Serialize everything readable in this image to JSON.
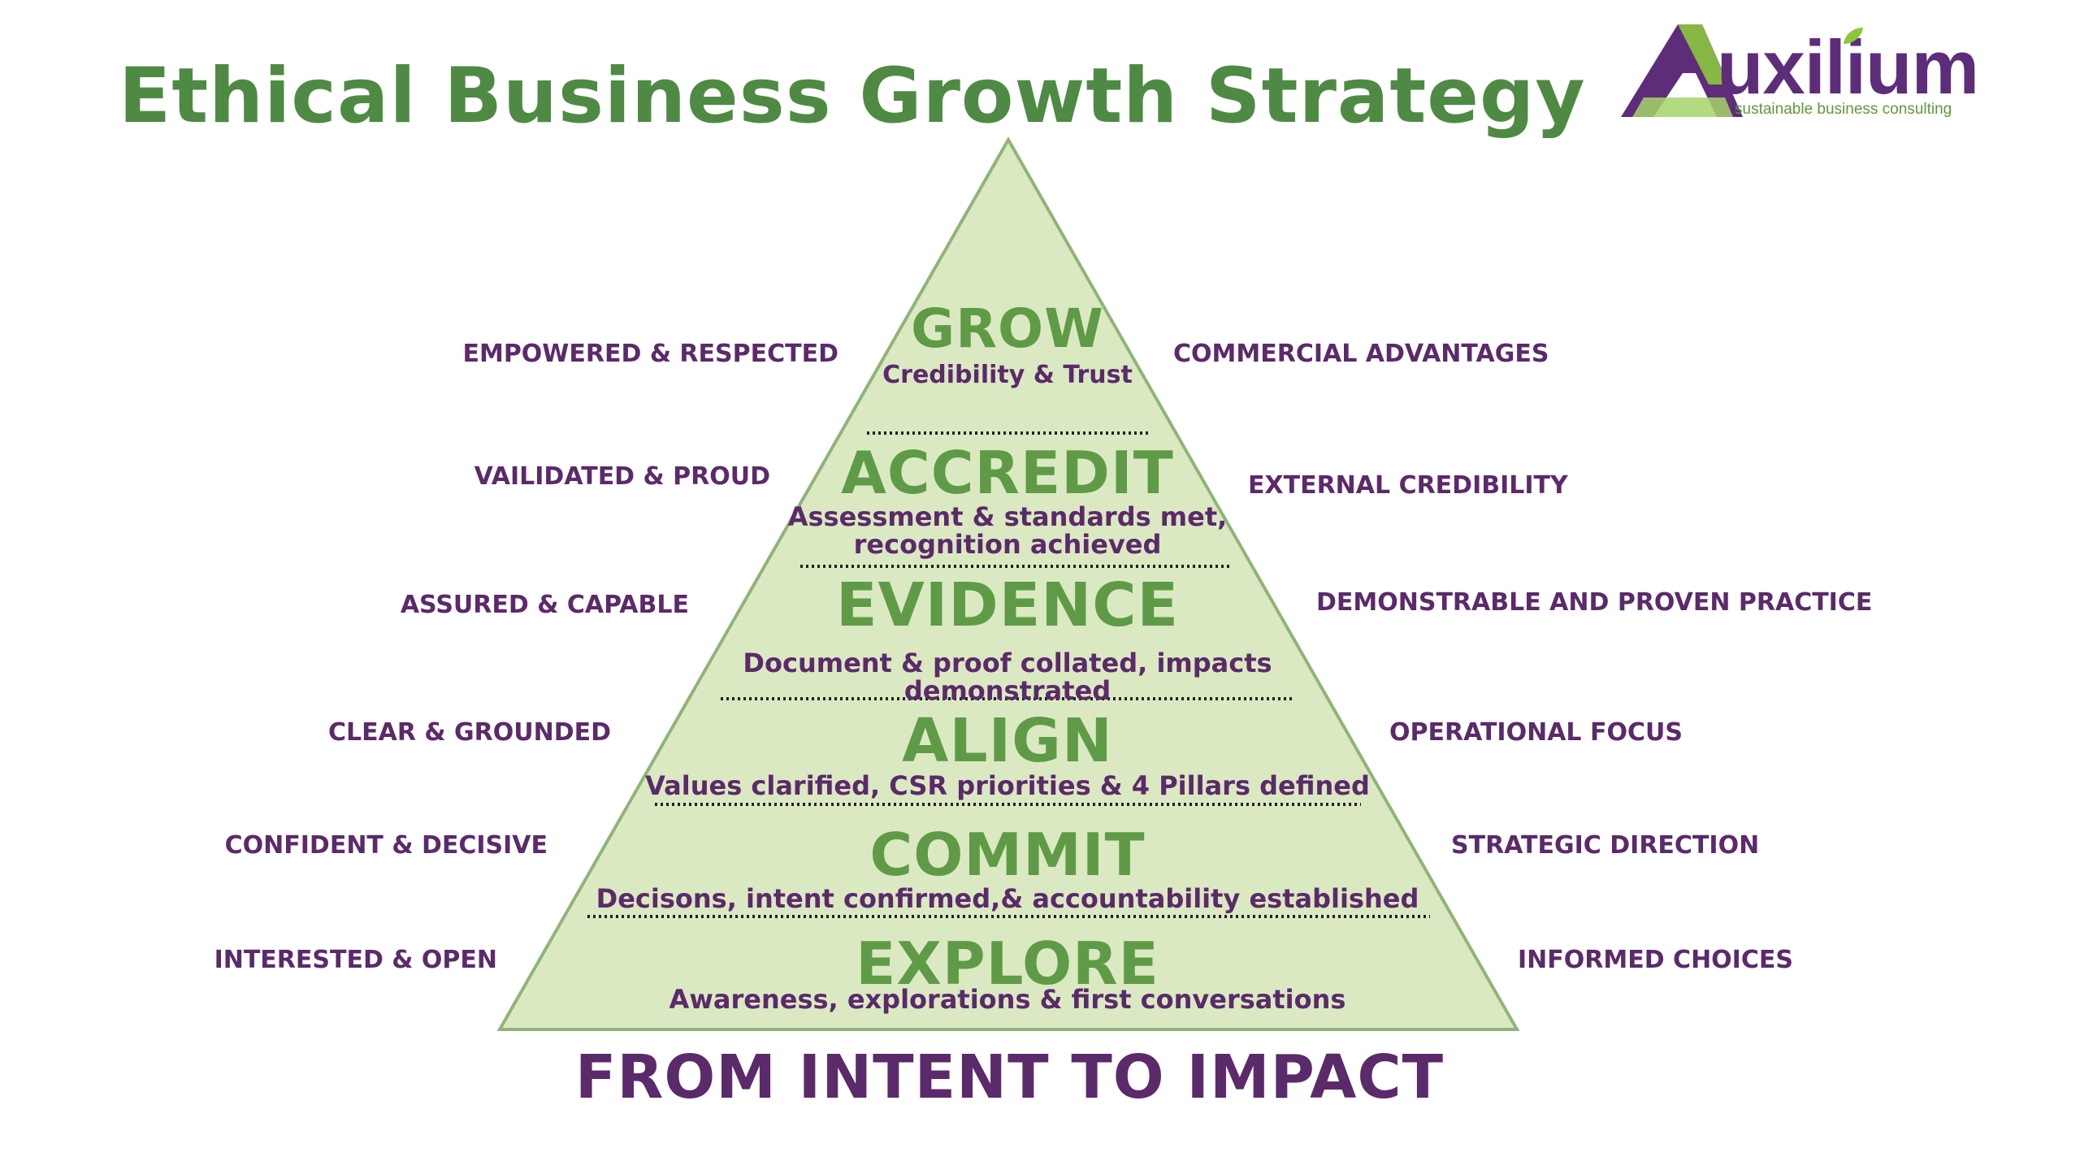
{
  "title": "Ethical Business Growth Strategy",
  "logo": {
    "word": "uxilium",
    "tagline": "sustainable business consulting",
    "colors": {
      "purple": "#5e2d79",
      "green": "#8cc63f"
    }
  },
  "colors": {
    "title_green": "#4f8a44",
    "tier_green": "#5f9b47",
    "purple": "#5b2a6a",
    "pyramid_fill": "#dbe9c2",
    "pyramid_stroke": "#8fb47a"
  },
  "tiers": [
    {
      "name": "GROW",
      "description": "Credibility & Trust",
      "left_label": "EMPOWERED & RESPECTED",
      "right_label": "COMMERCIAL ADVANTAGES"
    },
    {
      "name": "ACCREDIT",
      "description_lines": [
        "Assessment & standards met,",
        "recognition achieved"
      ],
      "left_label": "VAILIDATED & PROUD",
      "right_label": "EXTERNAL CREDIBILITY"
    },
    {
      "name": "EVIDENCE",
      "description_lines": [
        "Document & proof collated, impacts",
        "demonstrated"
      ],
      "left_label": "ASSURED & CAPABLE",
      "right_label": "DEMONSTRABLE AND PROVEN PRACTICE"
    },
    {
      "name": "ALIGN",
      "description": "Values clarified, CSR priorities & 4 Pillars defined",
      "left_label": "CLEAR & GROUNDED",
      "right_label": "OPERATIONAL FOCUS"
    },
    {
      "name": "COMMIT",
      "description": "Decisons, intent confirmed,& accountability established",
      "left_label": "CONFIDENT & DECISIVE",
      "right_label": "STRATEGIC DIRECTION"
    },
    {
      "name": "EXPLORE",
      "description": "Awareness, explorations & first conversations",
      "left_label": "INTERESTED & OPEN",
      "right_label": "INFORMED CHOICES"
    }
  ],
  "footer": "FROM INTENT TO IMPACT"
}
